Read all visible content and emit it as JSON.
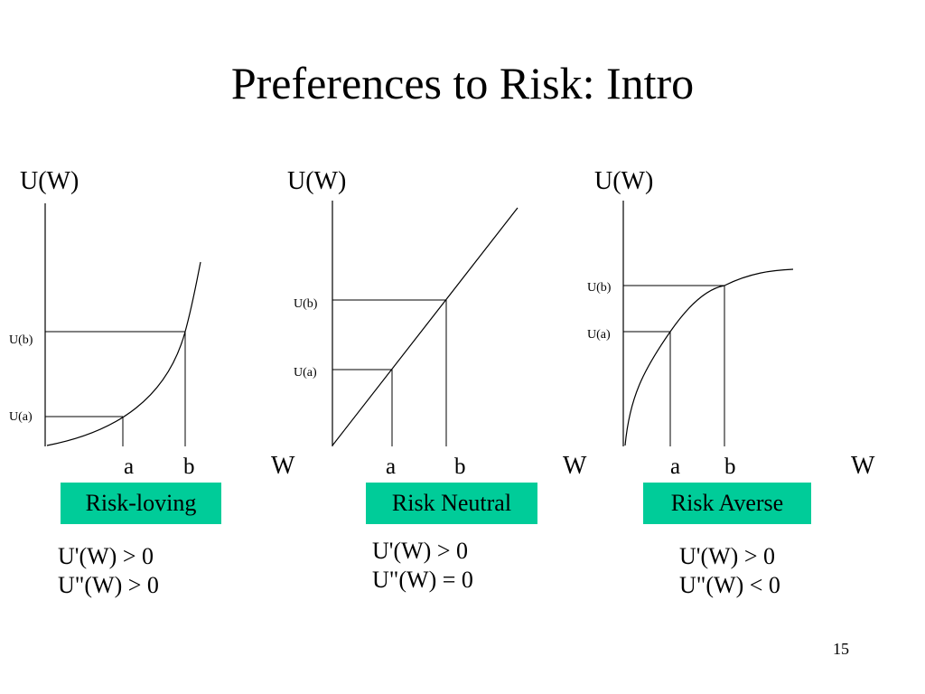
{
  "slide": {
    "title": "Preferences to Risk: Intro",
    "page_number": "15",
    "accent_color": "#00cc99"
  },
  "panels": [
    {
      "y_axis_label": "U(W)",
      "x_axis_label": "W",
      "tick_a": "a",
      "tick_b": "b",
      "level_a_label": "U(a)",
      "level_b_label": "U(b)",
      "badge": "Risk-loving",
      "condition_1": "U'(W) > 0",
      "condition_2": "U\"(W) > 0"
    },
    {
      "y_axis_label": "U(W)",
      "x_axis_label": "W",
      "tick_a": "a",
      "tick_b": "b",
      "level_a_label": "U(a)",
      "level_b_label": "U(b)",
      "badge": "Risk Neutral",
      "condition_1": "U'(W) > 0",
      "condition_2": "U\"(W) = 0"
    },
    {
      "y_axis_label": "U(W)",
      "x_axis_label": "W",
      "tick_a": "a",
      "tick_b": "b",
      "level_a_label": "U(a)",
      "level_b_label": "U(b)",
      "badge": "Risk Averse",
      "condition_1": "U'(W) > 0",
      "condition_2": "U\"(W) < 0"
    }
  ]
}
